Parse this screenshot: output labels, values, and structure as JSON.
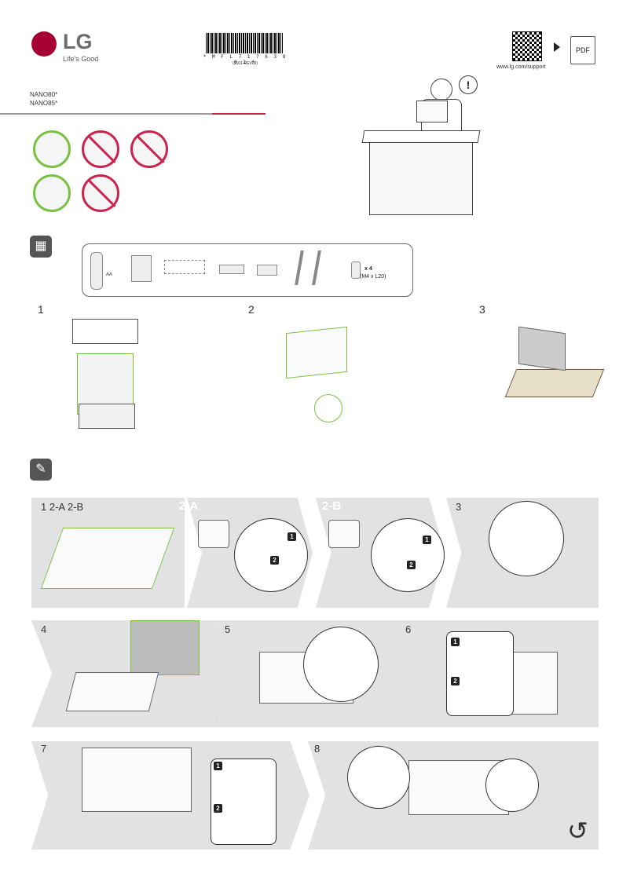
{
  "brand": {
    "logo_text": "LG",
    "slogan": "Life's Good",
    "accent_color": "#a50034"
  },
  "barcode": {
    "number": "* M F L 7 1 7 6 3 8 0 2 *",
    "revision": "(2101-REV00)"
  },
  "support": {
    "qr_icon": "qr-code-icon",
    "pdf_label": "PDF",
    "url": "www.lg.com/support"
  },
  "models": [
    "NANO80*",
    "NANO85*"
  ],
  "parts": {
    "screw_qty": "x 4",
    "screw_size": "(M4 x L20)",
    "battery_label": "AA"
  },
  "unboxing_steps": [
    "1",
    "2",
    "3"
  ],
  "assembly": {
    "step_1_label": "1 2-A 2-B",
    "step_2a_label": "2-A",
    "step_2b_label": "2-B",
    "step_3_label": "3",
    "step_4_label": "4",
    "step_5_label": "5",
    "step_6_label": "6",
    "step_7_label": "7",
    "step_8_label": "8"
  },
  "badges": {
    "one": "1",
    "two": "2"
  },
  "colors": {
    "ok_green": "#7ac143",
    "no_red": "#c8264f",
    "band_grey": "#e2e2e2"
  }
}
